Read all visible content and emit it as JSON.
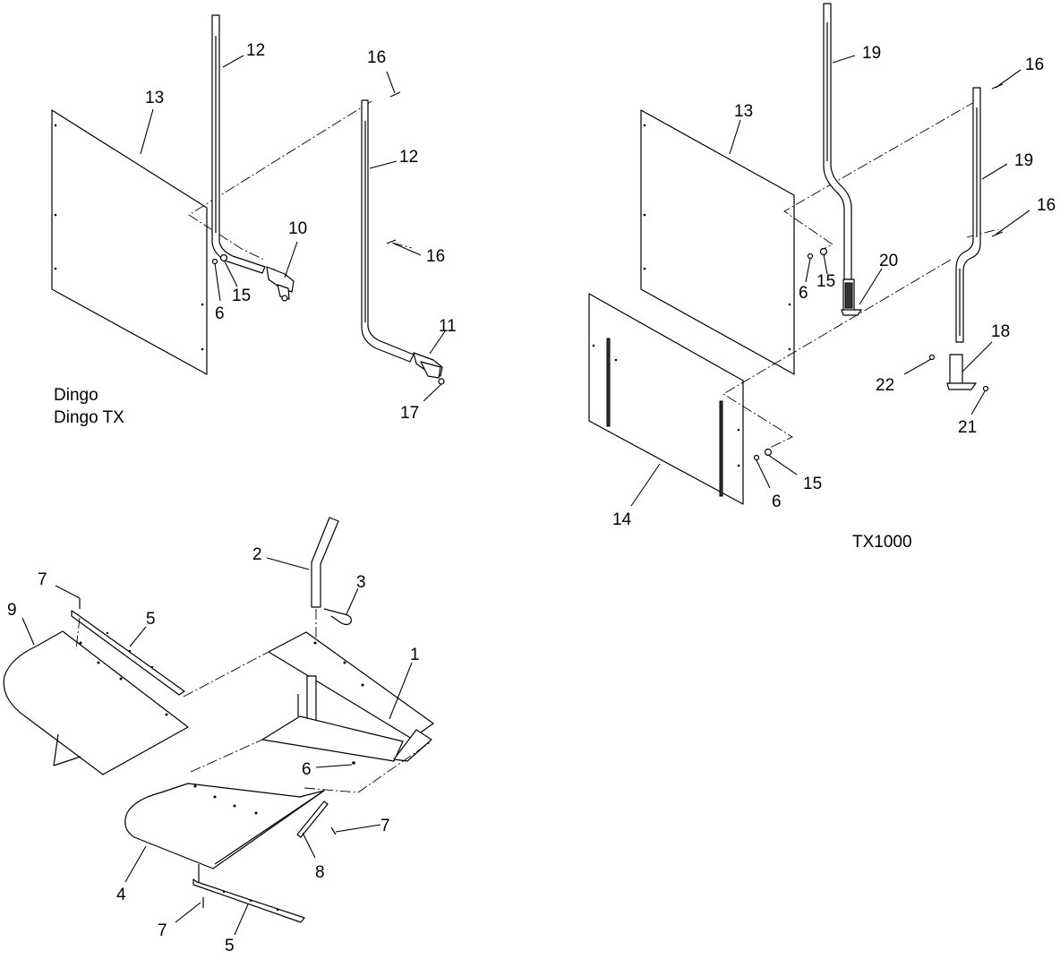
{
  "models": {
    "dingo_line1": "Dingo",
    "dingo_line2": "Dingo TX",
    "tx1000": "TX1000"
  },
  "callouts": {
    "c1": "1",
    "c2": "2",
    "c3": "3",
    "c4": "4",
    "c5a": "5",
    "c5b": "5",
    "c6a": "6",
    "c6b": "6",
    "c6c": "6",
    "c6d": "6",
    "c7a": "7",
    "c7b": "7",
    "c7c": "7",
    "c8": "8",
    "c9": "9",
    "c10": "10",
    "c11": "11",
    "c12a": "12",
    "c12b": "12",
    "c13a": "13",
    "c13b": "13",
    "c14": "14",
    "c15a": "15",
    "c15b": "15",
    "c15c": "15",
    "c16a": "16",
    "c16b": "16",
    "c16c": "16",
    "c16d": "16",
    "c17": "17",
    "c18": "18",
    "c19a": "19",
    "c19b": "19",
    "c20": "20",
    "c21": "21",
    "c22": "22"
  }
}
